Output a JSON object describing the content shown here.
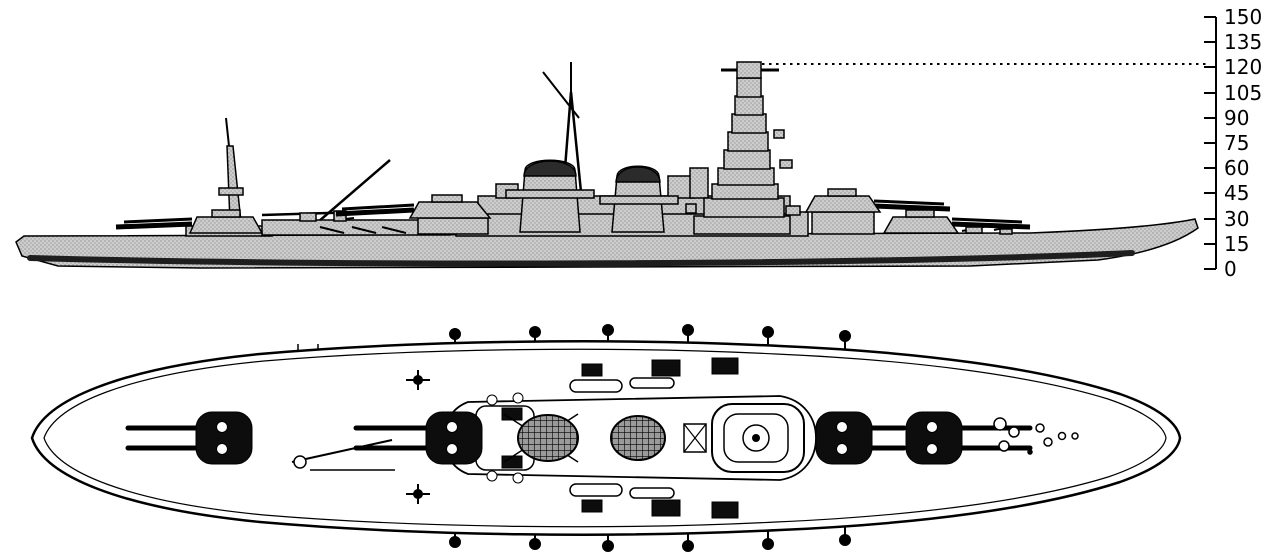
{
  "scale": {
    "ticks": [
      "150",
      "135",
      "120",
      "105",
      "90",
      "75",
      "60",
      "45",
      "30",
      "15",
      "0"
    ],
    "reference_dotted_level": "120"
  },
  "colors": {
    "background": "#ffffff",
    "line": "#000000",
    "hull_gray": "#c8c8c8",
    "funnel_cap": "#2b2b2b",
    "turret_black": "#0d0d0d"
  }
}
